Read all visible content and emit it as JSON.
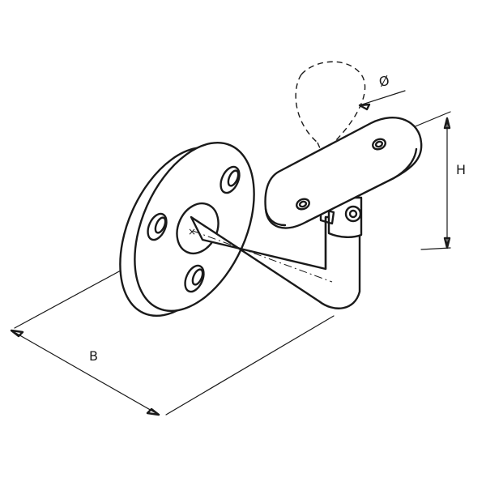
{
  "dimensions": {
    "diameter_symbol": "Ø",
    "height_label": "H",
    "base_label": "B"
  },
  "colors": {
    "stroke": "#1a1a1a",
    "background": "#ffffff"
  }
}
